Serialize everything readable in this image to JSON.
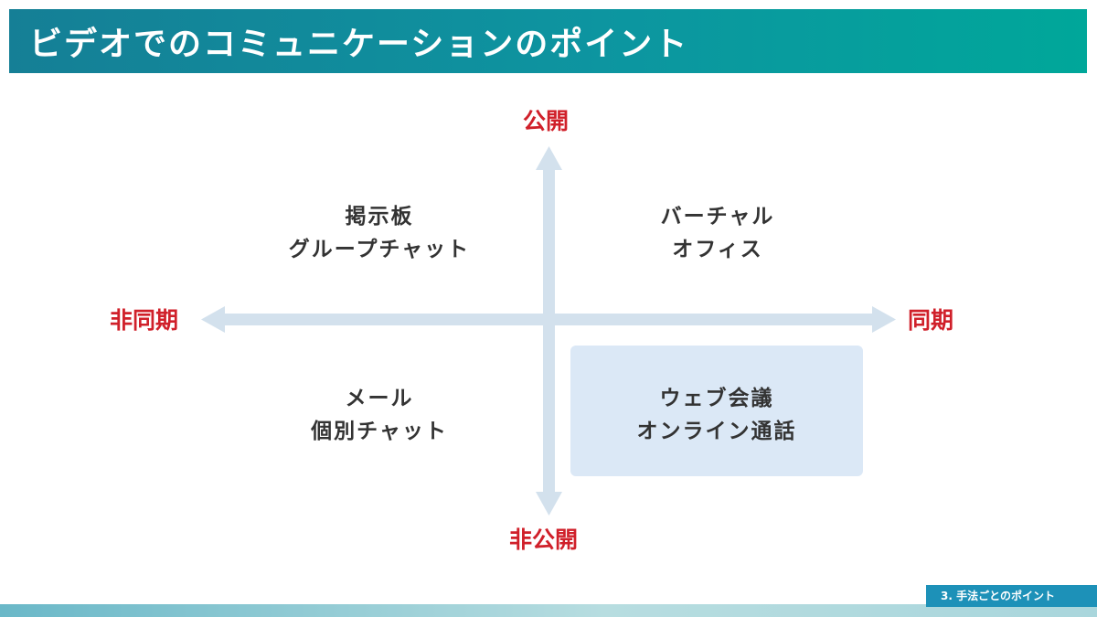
{
  "header": {
    "title": "ビデオでのコミュニケーションのポイント"
  },
  "axes": {
    "top": "公開",
    "bottom": "非公開",
    "left": "非同期",
    "right": "同期"
  },
  "quadrants": {
    "top_left": {
      "line1": "掲示板",
      "line2": "グループチャット"
    },
    "top_right": {
      "line1": "バーチャル",
      "line2": "オフィス"
    },
    "bottom_left": {
      "line1": "メール",
      "line2": "個別チャット"
    },
    "bottom_right": {
      "line1": "ウェブ会議",
      "line2": "オンライン通話"
    }
  },
  "footer": {
    "section": "3. 手法ごとのポイント"
  },
  "colors": {
    "title_bar": "#157f96",
    "axis_label": "#d0202a",
    "arrow": "#d3e1ed",
    "highlight": "#dbe8f6",
    "footer_tab": "#1d91b8"
  }
}
